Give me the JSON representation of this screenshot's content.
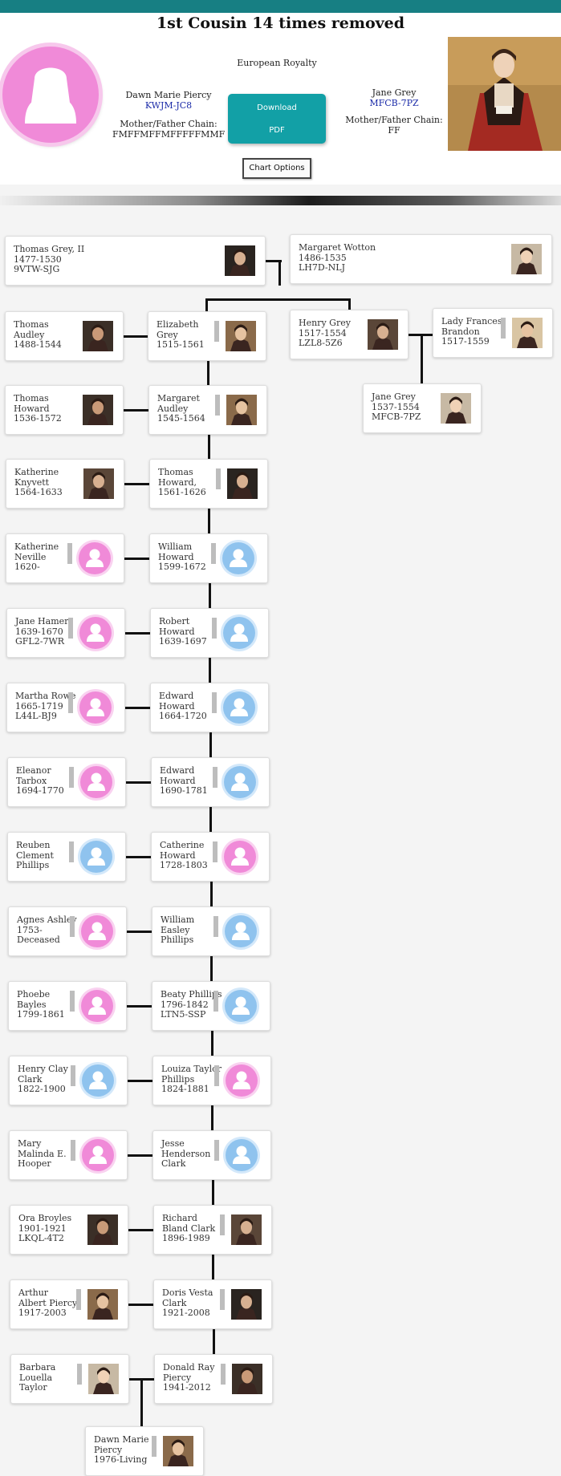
{
  "title": "1st Cousin 14 times removed",
  "collection": "European Royalty",
  "person_left": {
    "name": "Dawn Marie Piercy",
    "code": "KWJM-JC8",
    "chain_label": "Mother/Father Chain:",
    "chain": "FMFFMFFMFFFFFMMF"
  },
  "person_right": {
    "name": "Jane Grey",
    "code": "MFCB-7PZ",
    "chain_label": "Mother/Father Chain:",
    "chain": "FF"
  },
  "download": {
    "line1": "Download",
    "line2": "PDF"
  },
  "chart_options": "Chart Options",
  "tree": {
    "thomas_grey": "Thomas Grey, II\n1477-1530\n9VTW-SJG",
    "margaret_wotton": "Margaret Wotton\n1486-1535\nLH7D-NLJ",
    "thomas_audley": "Thomas\nAudley\n1488-1544",
    "elizabeth_grey": "Elizabeth\nGrey\n1515-1561",
    "henry_grey": "Henry Grey\n1517-1554\nLZL8-5Z6",
    "lady_frances": "Lady Frances\nBrandon\n1517-1559",
    "thomas_howard_1536": "Thomas\nHoward\n1536-1572",
    "margaret_audley": "Margaret\nAudley\n1545-1564",
    "jane_grey": "Jane Grey\n1537-1554\nMFCB-7PZ",
    "katherine_knyvett": "Katherine\nKnyvett\n1564-1633",
    "thomas_howard_1561": "Thomas\nHoward,\n1561-1626",
    "katherine_neville": "Katherine\nNeville\n1620-",
    "william_howard": "William\nHoward\n1599-1672",
    "jane_hamer": "Jane Hamer\n1639-1670\nGFL2-7WR",
    "robert_howard": "Robert\nHoward\n1639-1697",
    "martha_rowe": "Martha Rowe\n1665-1719\nL44L-BJ9",
    "edward_howard_1664": "Edward\nHoward\n1664-1720",
    "eleanor_tarbox": "Eleanor\nTarbox\n1694-1770",
    "edward_howard_1690": "Edward\nHoward\n1690-1781",
    "reuben_phillips": "Reuben\nClement\nPhillips",
    "catherine_howard": "Catherine\nHoward\n1728-1803",
    "agnes_ashley": "Agnes Ashley\n1753-\nDeceased",
    "william_phillips": "William\nEasley\nPhillips",
    "phoebe_bayles": "Phoebe\nBayles\n1799-1861",
    "beaty_phillips": "Beaty Phillips\n1796-1842\nLTN5-SSP",
    "henry_clark": "Henry Clay\nClark\n1822-1900",
    "louiza_phillips": "Louiza Taylor\nPhillips\n1824-1881",
    "mary_hooper": "Mary\nMalinda E.\nHooper",
    "jesse_clark": "Jesse\nHenderson\nClark",
    "ora_broyles": "Ora Broyles\n1901-1921\nLKQL-4T2",
    "richard_clark": "Richard\nBland Clark\n1896-1989",
    "arthur_piercy": "Arthur\nAlbert Piercy\n1917-2003",
    "doris_clark": "Doris Vesta\nClark\n1921-2008",
    "barbara_taylor": "Barbara\nLouella\nTaylor",
    "donald_piercy": "Donald Ray\nPiercy\n1941-2012",
    "dawn_piercy": "Dawn Marie\nPiercy\n1976-Living"
  },
  "icons": {
    "female_avatar": "female-avatar-icon",
    "male_avatar": "male-avatar-icon",
    "photo": "portrait-photo"
  },
  "colors": {
    "topbar": "#177f83",
    "button": "#12a0a6",
    "female": "#f08ad8",
    "male": "#8fc3ee"
  }
}
